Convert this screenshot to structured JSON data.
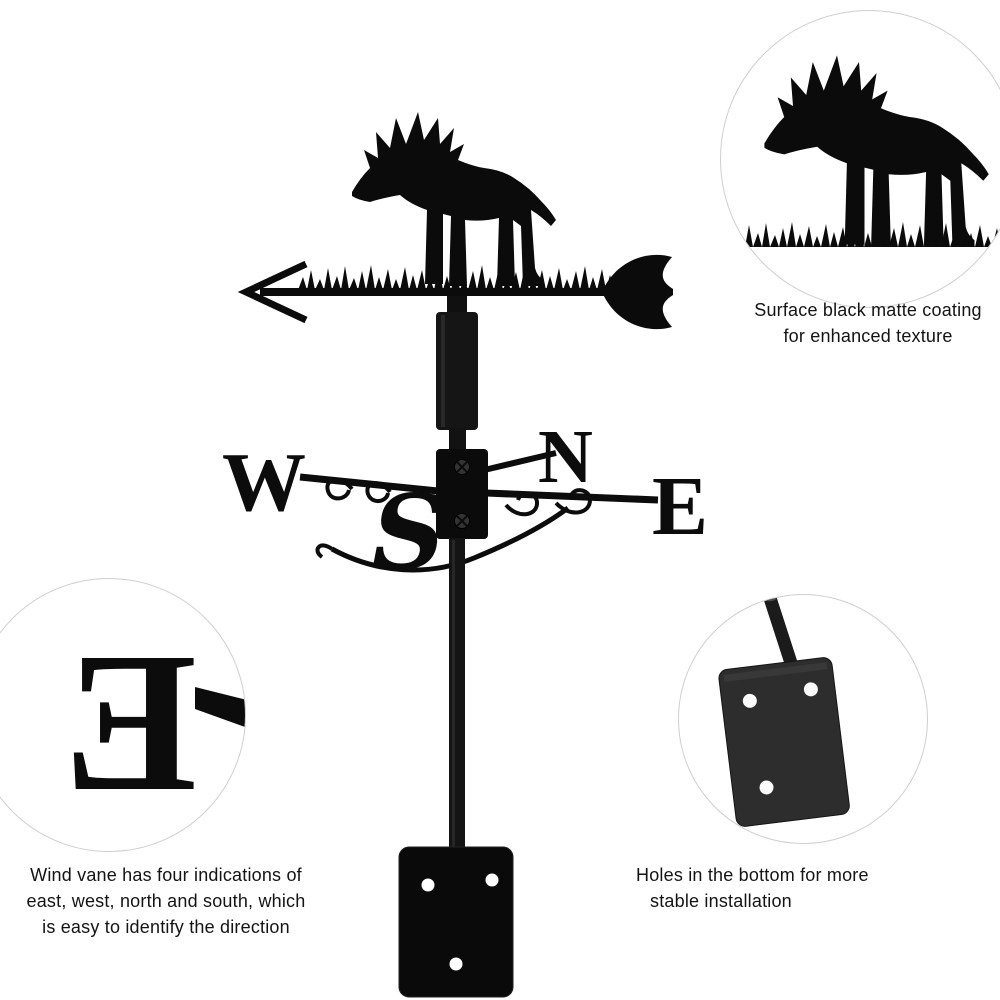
{
  "compass": {
    "west": "W",
    "north": "N",
    "east": "E",
    "south": "S"
  },
  "callouts": {
    "coating": {
      "lines": [
        "Surface black matte coating",
        "for enhanced texture"
      ]
    },
    "directions": {
      "lines": [
        "Wind vane has four indications of",
        "east, west, north and south, which",
        "is easy to identify the direction"
      ]
    },
    "mounting": {
      "lines": [
        "Holes in the bottom for more",
        "stable installation"
      ]
    },
    "detail_letter": "E"
  },
  "colors": {
    "silhouette": "#0b0b0b",
    "circle_border": "#cfcfcf",
    "text": "#141414",
    "background": "#ffffff"
  }
}
